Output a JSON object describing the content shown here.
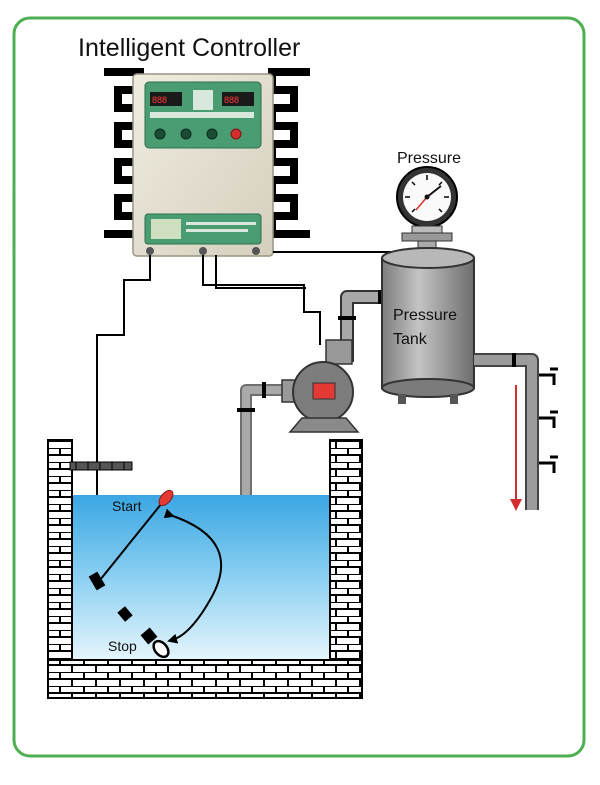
{
  "title": "Intelligent Controller",
  "labels": {
    "pressure": "Pressure",
    "tank_line1": "Pressure",
    "tank_line2": "Tank",
    "start": "Start",
    "stop": "Stop"
  },
  "colors": {
    "frame": "#4caf50",
    "water": "#4fb3e6",
    "brick": "#000000",
    "pipe": "#8c8c8c",
    "tank": "#9e9e9e",
    "controller_body": "#e6e2d2",
    "controller_panel": "#4a9d72",
    "float_start": "#e53935",
    "flow_arrow": "#d32f2f",
    "pump_window": "#e53935"
  },
  "icons": {
    "controller": "controller-box-icon",
    "gauge": "pressure-gauge-icon",
    "pump": "pump-icon",
    "faucet": "faucet-icon",
    "float_switch": "float-switch-icon"
  }
}
